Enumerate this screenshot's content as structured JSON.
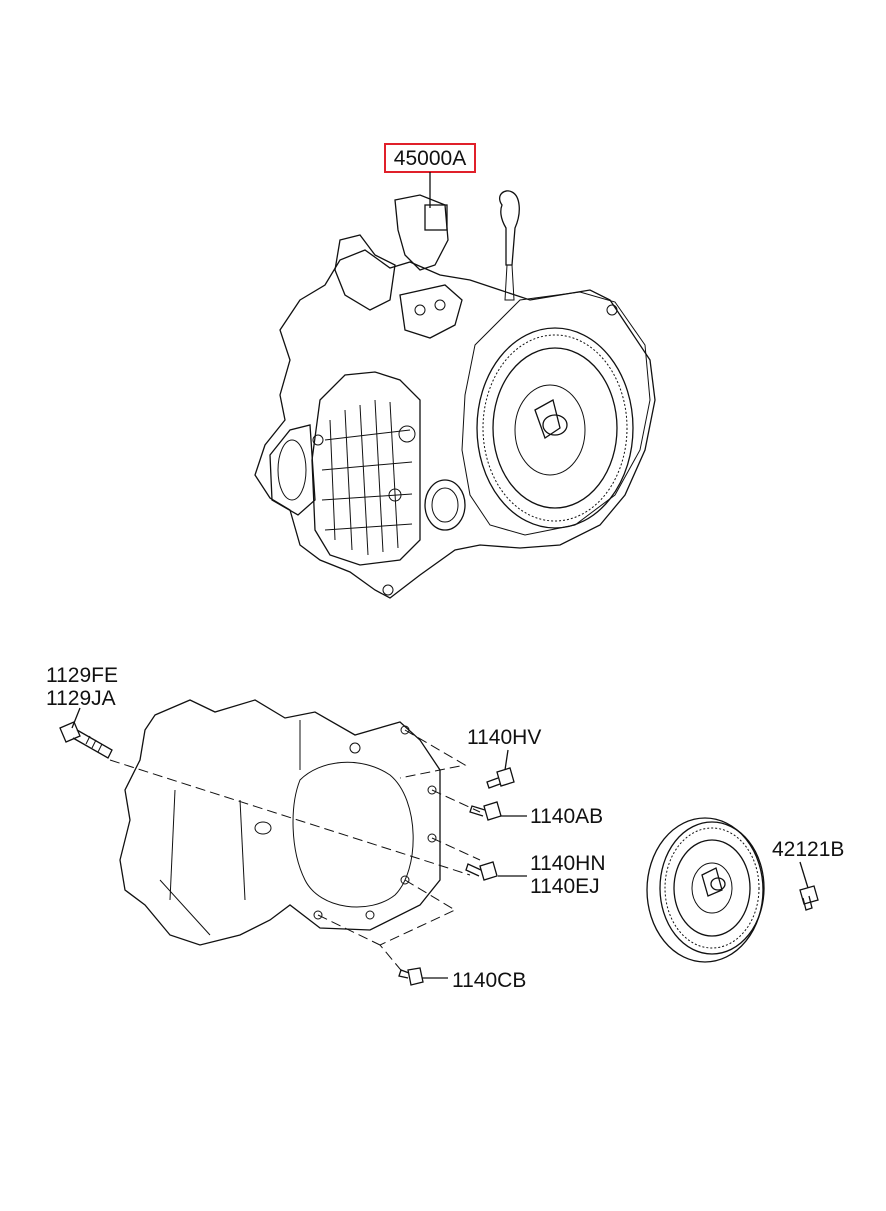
{
  "diagram": {
    "callouts": {
      "main_assembly": "45000A",
      "long_bolt_a": "1129FE",
      "long_bolt_b": "1129JA",
      "bolt_hv": "1140HV",
      "bolt_ab": "1140AB",
      "bolt_hn": "1140HN",
      "bolt_ej": "1140EJ",
      "bolt_cb": "1140CB",
      "converter_bolt": "42121B"
    },
    "highlight_color": "#e0202a",
    "line_color": "#111111"
  }
}
